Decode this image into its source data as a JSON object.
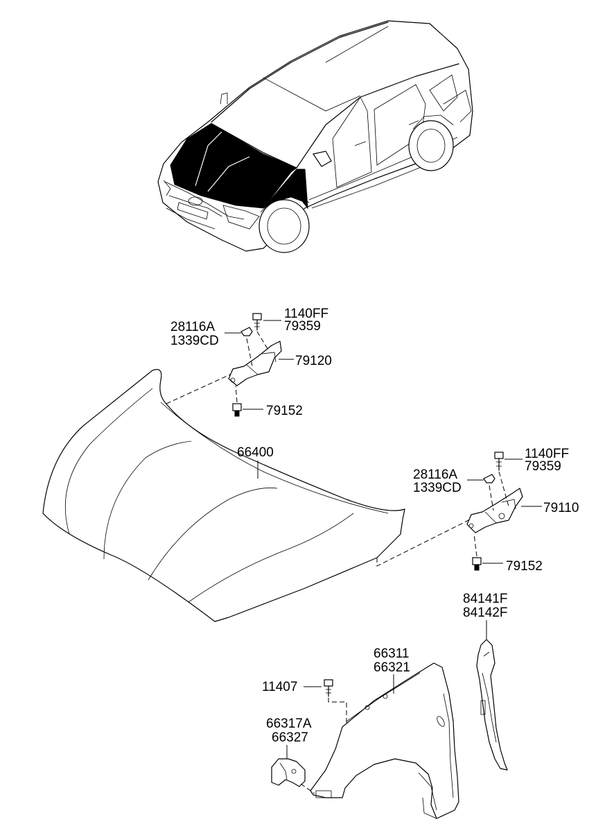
{
  "callouts": {
    "hinge_left": {
      "bolt": [
        "1140FF",
        "79359"
      ],
      "nut": [
        "28116A",
        "1339CD"
      ],
      "hinge": "79120",
      "lower_bolt": "79152"
    },
    "hood": "66400",
    "hinge_right": {
      "bolt": [
        "1140FF",
        "79359"
      ],
      "nut": [
        "28116A",
        "1339CD"
      ],
      "hinge": "79110",
      "lower_bolt": "79152"
    },
    "fender_insulator": [
      "84141F",
      "84142F"
    ],
    "fender": [
      "66311",
      "66321"
    ],
    "fender_bolt": "11407",
    "fender_bracket": [
      "66317A",
      "66327"
    ]
  }
}
